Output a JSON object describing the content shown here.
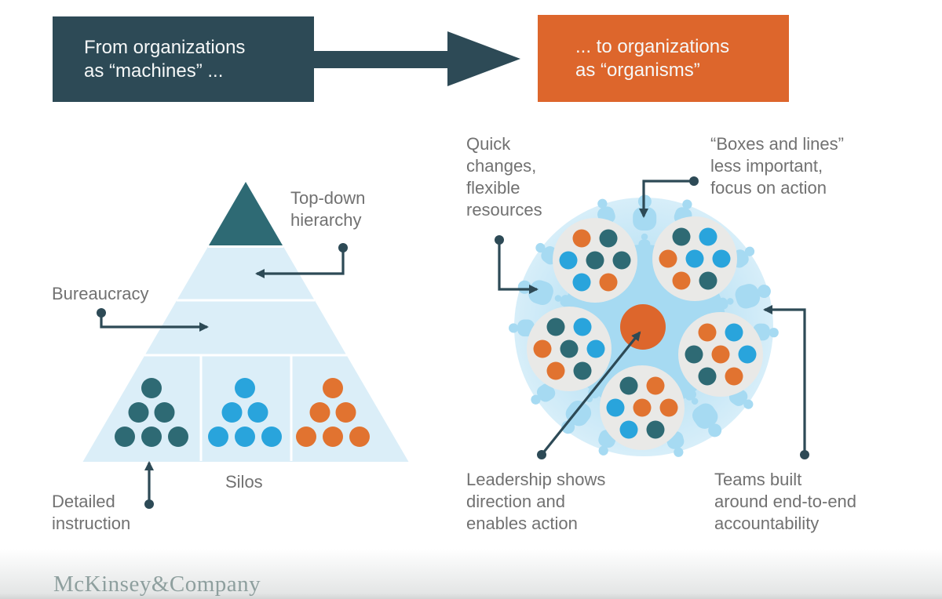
{
  "header": {
    "from_box": {
      "text": "From organizations\nas “machines” ..."
    },
    "to_box": {
      "text": "... to organizations\nas “organisms”"
    }
  },
  "machine_diagram": {
    "labels": {
      "top_down": "Top-down\nhierarchy",
      "bureaucracy": "Bureaucracy",
      "silos": "Silos",
      "detailed": "Detailed\ninstruction"
    },
    "silos": [
      {
        "color": "teal"
      },
      {
        "color": "blue"
      },
      {
        "color": "orange"
      }
    ]
  },
  "organism_diagram": {
    "labels": {
      "quick": "Quick\nchanges,\nflexible\nresources",
      "boxes": "“Boxes and lines”\nless important,\nfocus on action",
      "leadership": "Leadership shows\ndirection and\nenables action",
      "teams": "Teams built\naround end-to-end\naccountability"
    },
    "teams": [
      {
        "name": "top-left",
        "dots": [
          "orange",
          "teal",
          "blue",
          "teal",
          "teal",
          "blue",
          "orange"
        ]
      },
      {
        "name": "top-right",
        "dots": [
          "teal",
          "blue",
          "orange",
          "blue",
          "blue",
          "orange",
          "teal"
        ]
      },
      {
        "name": "left",
        "dots": [
          "teal",
          "blue",
          "orange",
          "teal",
          "blue",
          "orange",
          "teal"
        ]
      },
      {
        "name": "right",
        "dots": [
          "orange",
          "blue",
          "teal",
          "orange",
          "blue",
          "teal",
          "orange"
        ]
      },
      {
        "name": "bottom",
        "dots": [
          "teal",
          "orange",
          "blue",
          "orange",
          "orange",
          "blue",
          "teal"
        ]
      }
    ]
  },
  "footer": {
    "logo": "McKinsey&Company"
  },
  "colors": {
    "dark": "#2D4A56",
    "teal": "#2E6A74",
    "blue": "#29A4DC",
    "orange": "#DD662C",
    "orange_dot": "#E17330",
    "pyramid_blue": "#DBEEF8",
    "circle_blue_inner": "#A6DAF2",
    "circle_blue_mid": "#BFE4F5",
    "circle_blue_outer": "#D7EEF9",
    "team_gray": "#E9E9E7",
    "label_gray": "#717171"
  }
}
